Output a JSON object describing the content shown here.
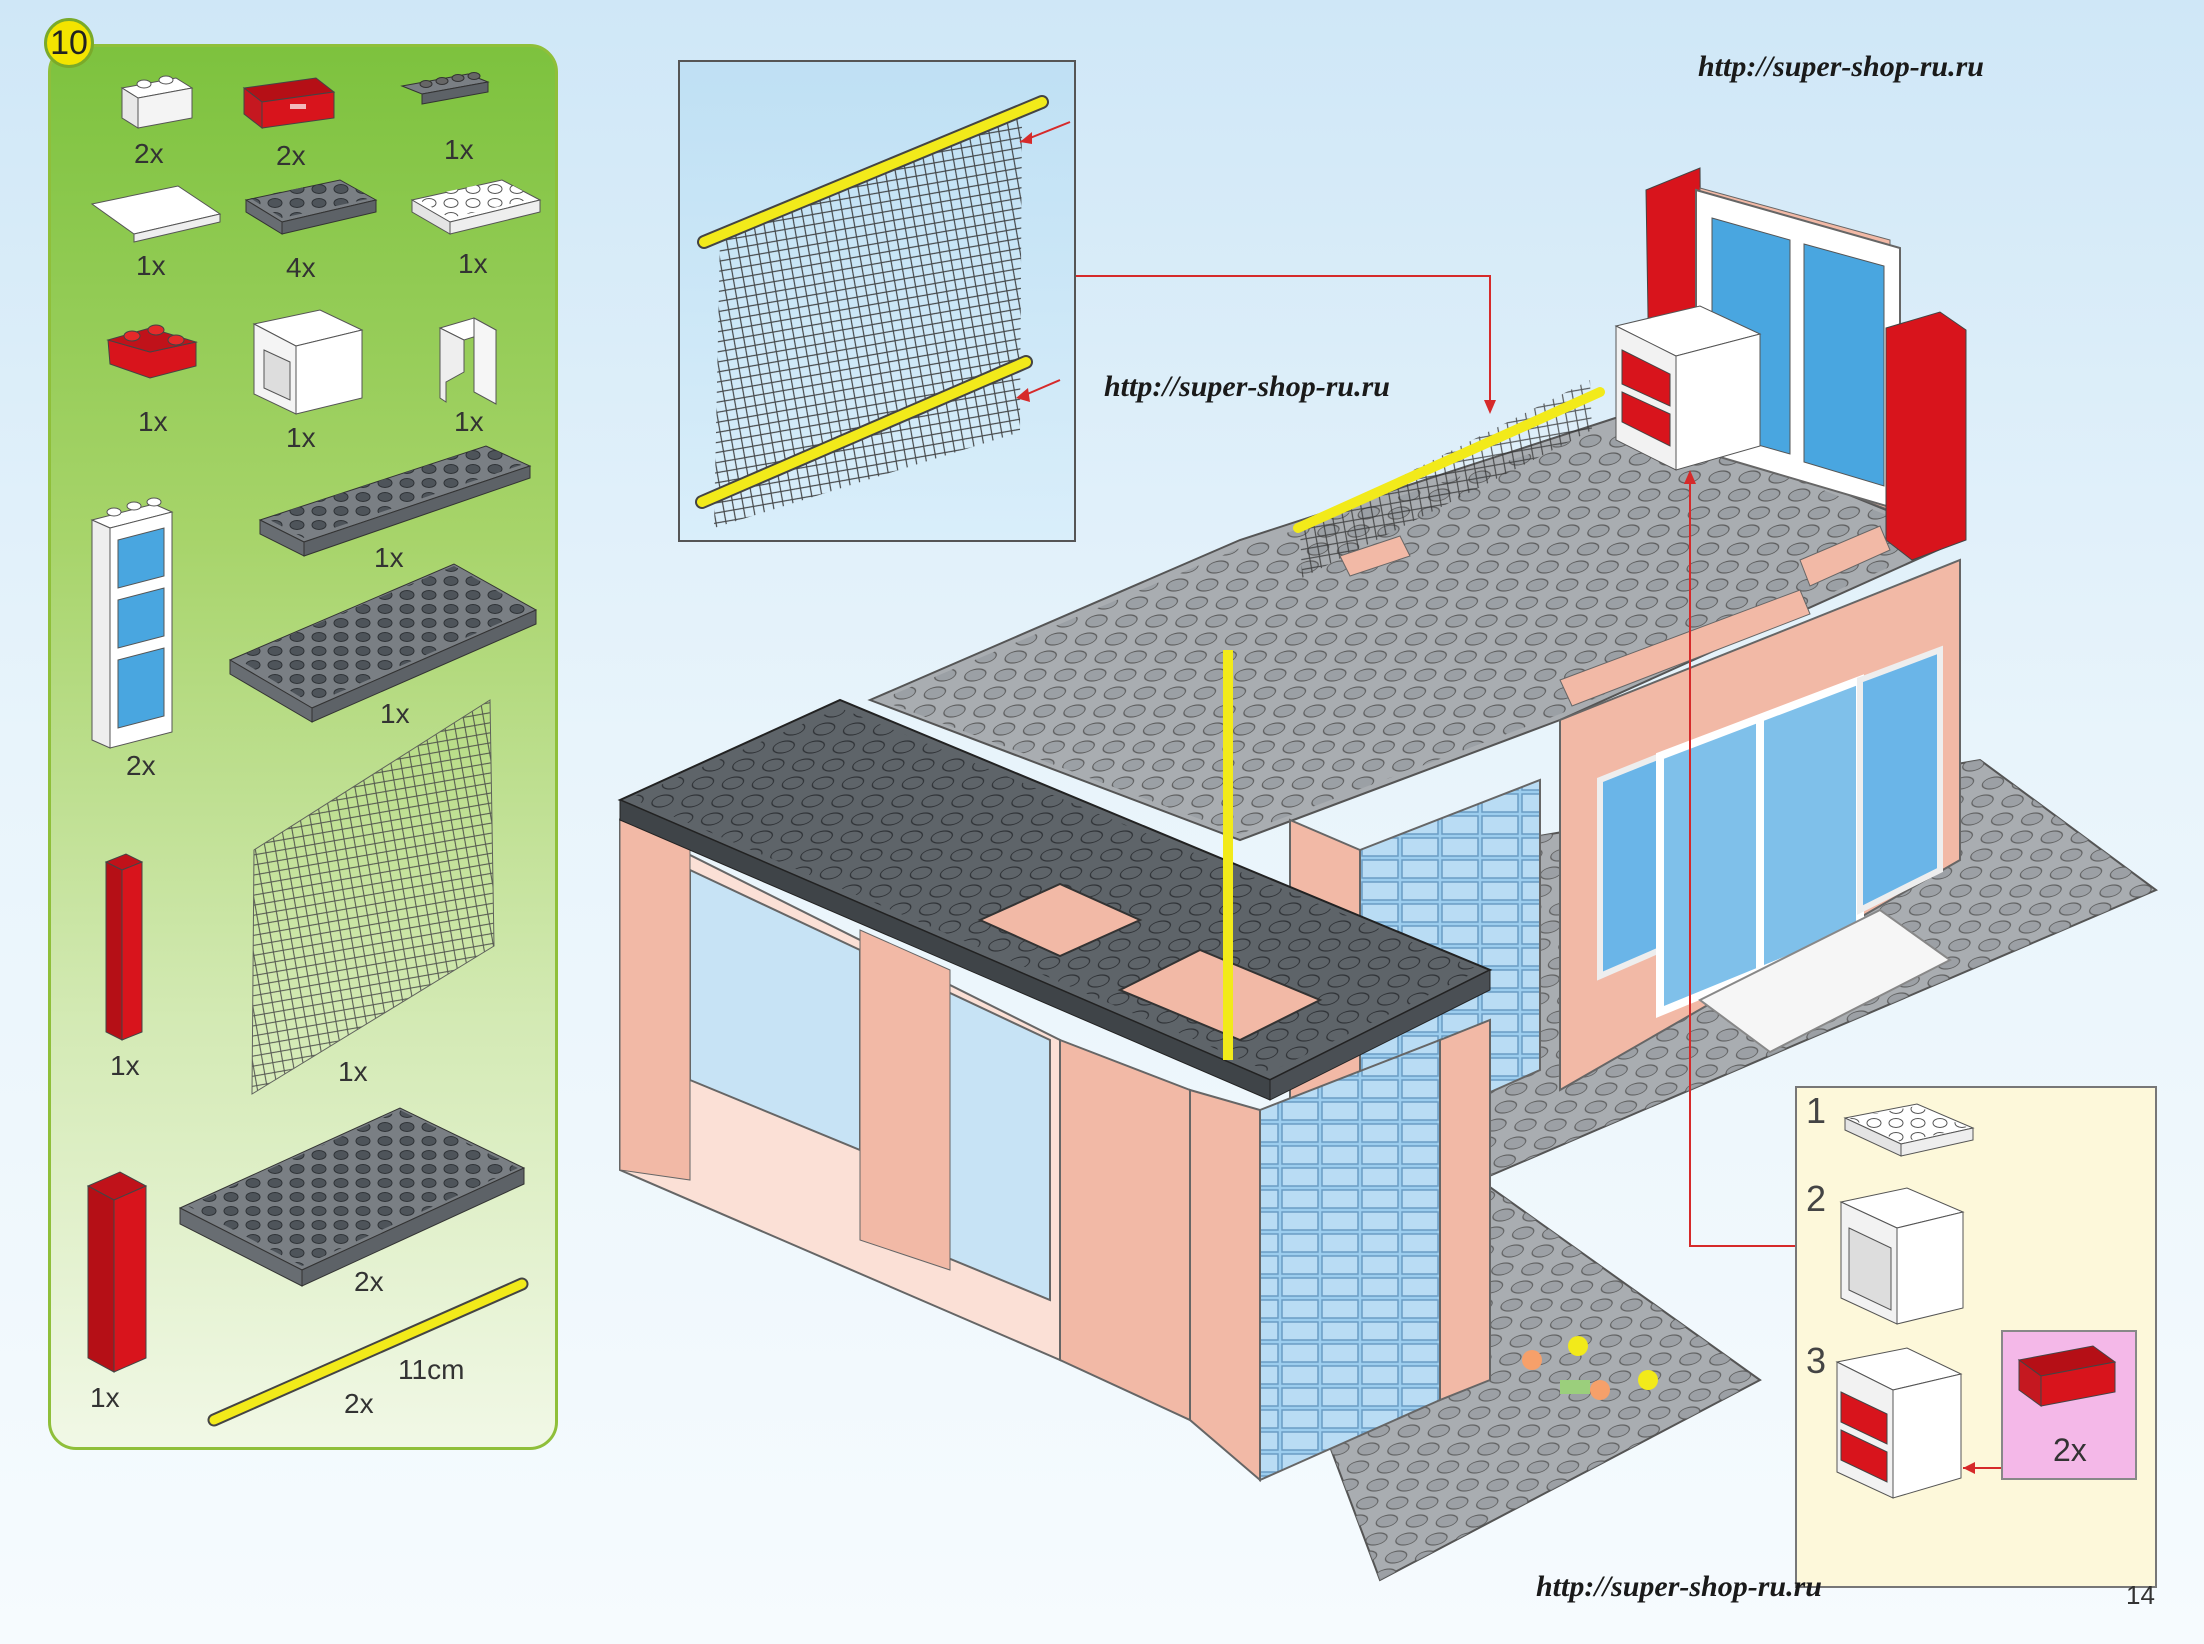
{
  "step_number": "10",
  "watermarks": {
    "top_right": "http://super-shop-ru.ru",
    "middle": "http://super-shop-ru.ru",
    "bottom": "http://super-shop-ru.ru"
  },
  "parts_list": [
    {
      "name": "white-brick-1x2",
      "qty": "2x"
    },
    {
      "name": "red-drawer",
      "qty": "2x"
    },
    {
      "name": "gray-plate-1x4",
      "qty": "1x"
    },
    {
      "name": "white-tile-2x4",
      "qty": "1x"
    },
    {
      "name": "gray-plate-2x4",
      "qty": "4x"
    },
    {
      "name": "white-plate-2x4",
      "qty": "1x"
    },
    {
      "name": "red-corner-brick",
      "qty": "1x"
    },
    {
      "name": "white-cupboard",
      "qty": "1x"
    },
    {
      "name": "white-panel",
      "qty": "1x"
    },
    {
      "name": "white-window-frame",
      "qty": "2x"
    },
    {
      "name": "gray-plate-2x10",
      "qty": "1x"
    },
    {
      "name": "gray-plate-4x10",
      "qty": "1x"
    },
    {
      "name": "red-pillar-short",
      "qty": "1x"
    },
    {
      "name": "chain-link-net",
      "qty": "1x"
    },
    {
      "name": "red-pillar-tall",
      "qty": "1x"
    },
    {
      "name": "gray-plate-6x10",
      "qty": "2x"
    },
    {
      "name": "yellow-rod",
      "qty": "2x",
      "length": "11cm"
    }
  ],
  "sub_steps": [
    {
      "number": "1"
    },
    {
      "number": "2"
    },
    {
      "number": "3",
      "callout_qty": "2x"
    }
  ],
  "page_number": "14",
  "colors": {
    "panel_green": "#7dc23e",
    "brick_red": "#d8141c",
    "plate_gray": "#6b7177",
    "wall_pink": "#f2b9a6",
    "window_blue": "#49a6e0",
    "rod_yellow": "#f2ea1a",
    "arrow_red": "#d62a2a"
  }
}
